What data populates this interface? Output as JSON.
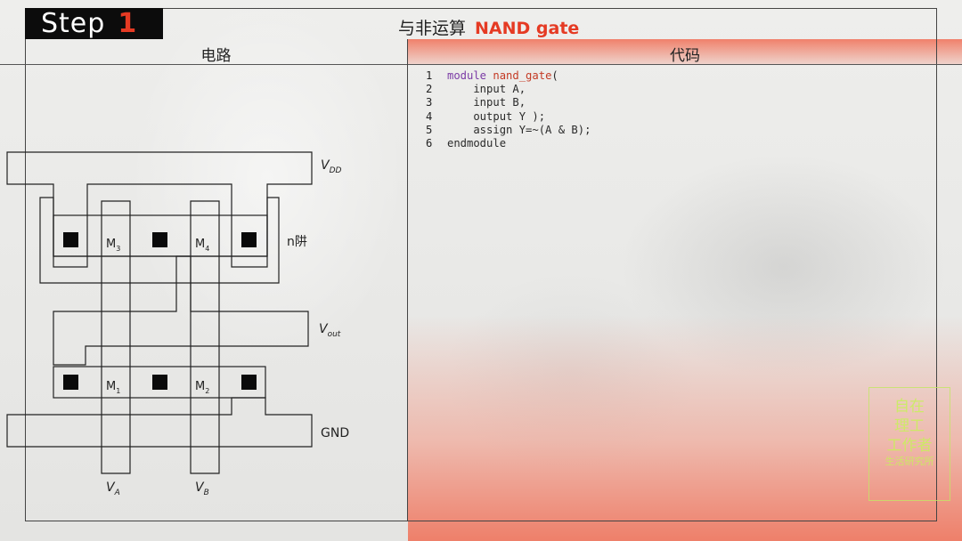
{
  "header": {
    "step_word": "Step",
    "step_num": "1",
    "title_cn": "与非运算",
    "title_en": "NAND gate"
  },
  "left_panel": {
    "heading": "电路"
  },
  "right_panel": {
    "heading": "代码"
  },
  "code": {
    "lines": [
      {
        "n": "1",
        "text": ""
      },
      {
        "n": "2",
        "text": "    input A,"
      },
      {
        "n": "3",
        "text": "    input B,"
      },
      {
        "n": "4",
        "text": "    output Y );"
      },
      {
        "n": "5",
        "text": "    assign Y=~(A & B);"
      },
      {
        "n": "6",
        "text": "endmodule"
      }
    ],
    "line1_keyword": "module",
    "line1_name": "nand_gate",
    "line1_tail": "("
  },
  "circuit": {
    "vdd_label": "V",
    "vdd_sub": "DD",
    "vout_label": "V",
    "vout_sub": "out",
    "gnd_label": "GND",
    "nwell_label": "n阱",
    "m3": "M",
    "m3_sub": "3",
    "m4": "M",
    "m4_sub": "4",
    "m1": "M",
    "m1_sub": "1",
    "m2": "M",
    "m2_sub": "2",
    "va_label": "V",
    "va_sub": "A",
    "vb_label": "V",
    "vb_sub": "B"
  },
  "stamp": {
    "line1": "自在",
    "line2": "理工",
    "line3": "工作者",
    "line4": "生活研究所"
  },
  "colors": {
    "accent": "#e53a23",
    "keyword": "#7a3aa5",
    "function": "#c43a24"
  }
}
